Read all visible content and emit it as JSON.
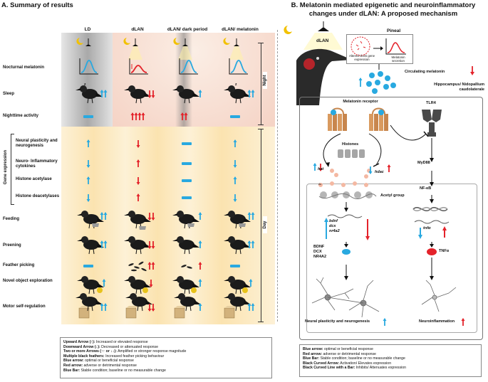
{
  "panel_a": {
    "title": "A.   Summary of results",
    "columns": [
      "LD",
      "dLAN",
      "dLAN/ dark period",
      "dLAN/ melatonin"
    ],
    "rows": [
      "Nocturnal melatonin",
      "Sleep",
      "Nighttime activity",
      "Neural plasticity and neurogenesis",
      "Neuro- Inflammatory cytokines",
      "Histone acetylase",
      "Histone deacetylases",
      "Feeding",
      "Preening",
      "Feather picking",
      "Novel object exploration",
      "Motor self-regulation"
    ],
    "side_labels": {
      "night": "Night",
      "day": "Day",
      "gene": "Gene expression"
    },
    "sleep_z": [
      "z",
      "z",
      ""
    ],
    "legend": [
      {
        "term": "Upward Arrow (↑):",
        "desc": " Increased or elevated response"
      },
      {
        "term": "Downward Arrow (↓):",
        "desc": " Decreased or attenuated response"
      },
      {
        "term": "Two or more Arrows (↑↑ or ↓↓):",
        "desc": " Amplified or stronger response magnitude"
      },
      {
        "term": "Multiple black feathers:",
        "desc": " Increased feather picking behaviour"
      },
      {
        "term": "Blue arrow:",
        "desc": " optimal or beneficial response"
      },
      {
        "term": "Red arrow:",
        "desc": " adverse or detrimental response"
      },
      {
        "term": "Blue Bar:",
        "desc": " Stable condition; baseline or no measurable change"
      }
    ]
  },
  "panel_b": {
    "title_line1": "B.   Melatonin mediated epigenetic and neuroinflammatory",
    "title_line2": "changes under dLAN: A proposed mechanism",
    "dlan": "dLAN",
    "pineal": "Pineal",
    "altered_clock": "Altered clock gene expression",
    "melatonin_secretion": "Melatonin secretion",
    "circulating": "Circulating melatonin",
    "region": "Hippocampus/ Nidopallium caudolaterale",
    "receptor": "Melatonin receptor",
    "tlr4": "TLR4",
    "histones": "Histones",
    "hat": "hat",
    "hdac": "hdac",
    "acetyl": "Acetyl group",
    "ac": "Ac",
    "genes": [
      "bdnf",
      "dcx",
      "nr4a2"
    ],
    "proteins": [
      "BDNF",
      "DCX",
      "NR4A2"
    ],
    "myd88": "MyD88",
    "nfkb": "NF-κB",
    "tnfa_gene": "tnfα",
    "tnfa_protein": "TNFα",
    "neural_outcome": "Neural plasticity and neurogenesis",
    "inflam_outcome": "Neuroinflammation",
    "legend": [
      {
        "term": "Blue arrow:",
        "desc": " optimal or beneficial response"
      },
      {
        "term": "Red arrow:",
        "desc": " adverse or detrimental response"
      },
      {
        "term": "Blue Bar:",
        "desc": " Stable condition; baseline or no measurable change"
      },
      {
        "term": "Black Curved Arrow:",
        "desc": " Activation/ Elevates expression"
      },
      {
        "term": "Black Curved Line with a Bar:",
        "desc": " Inhibits/ Attenuates expression"
      }
    ]
  },
  "colors": {
    "blue": "#29a9e0",
    "red": "#e4232b",
    "night_ld": "#b9b9b9",
    "night_dlan": "#f6d9cf",
    "day": "#fbe6b7"
  }
}
